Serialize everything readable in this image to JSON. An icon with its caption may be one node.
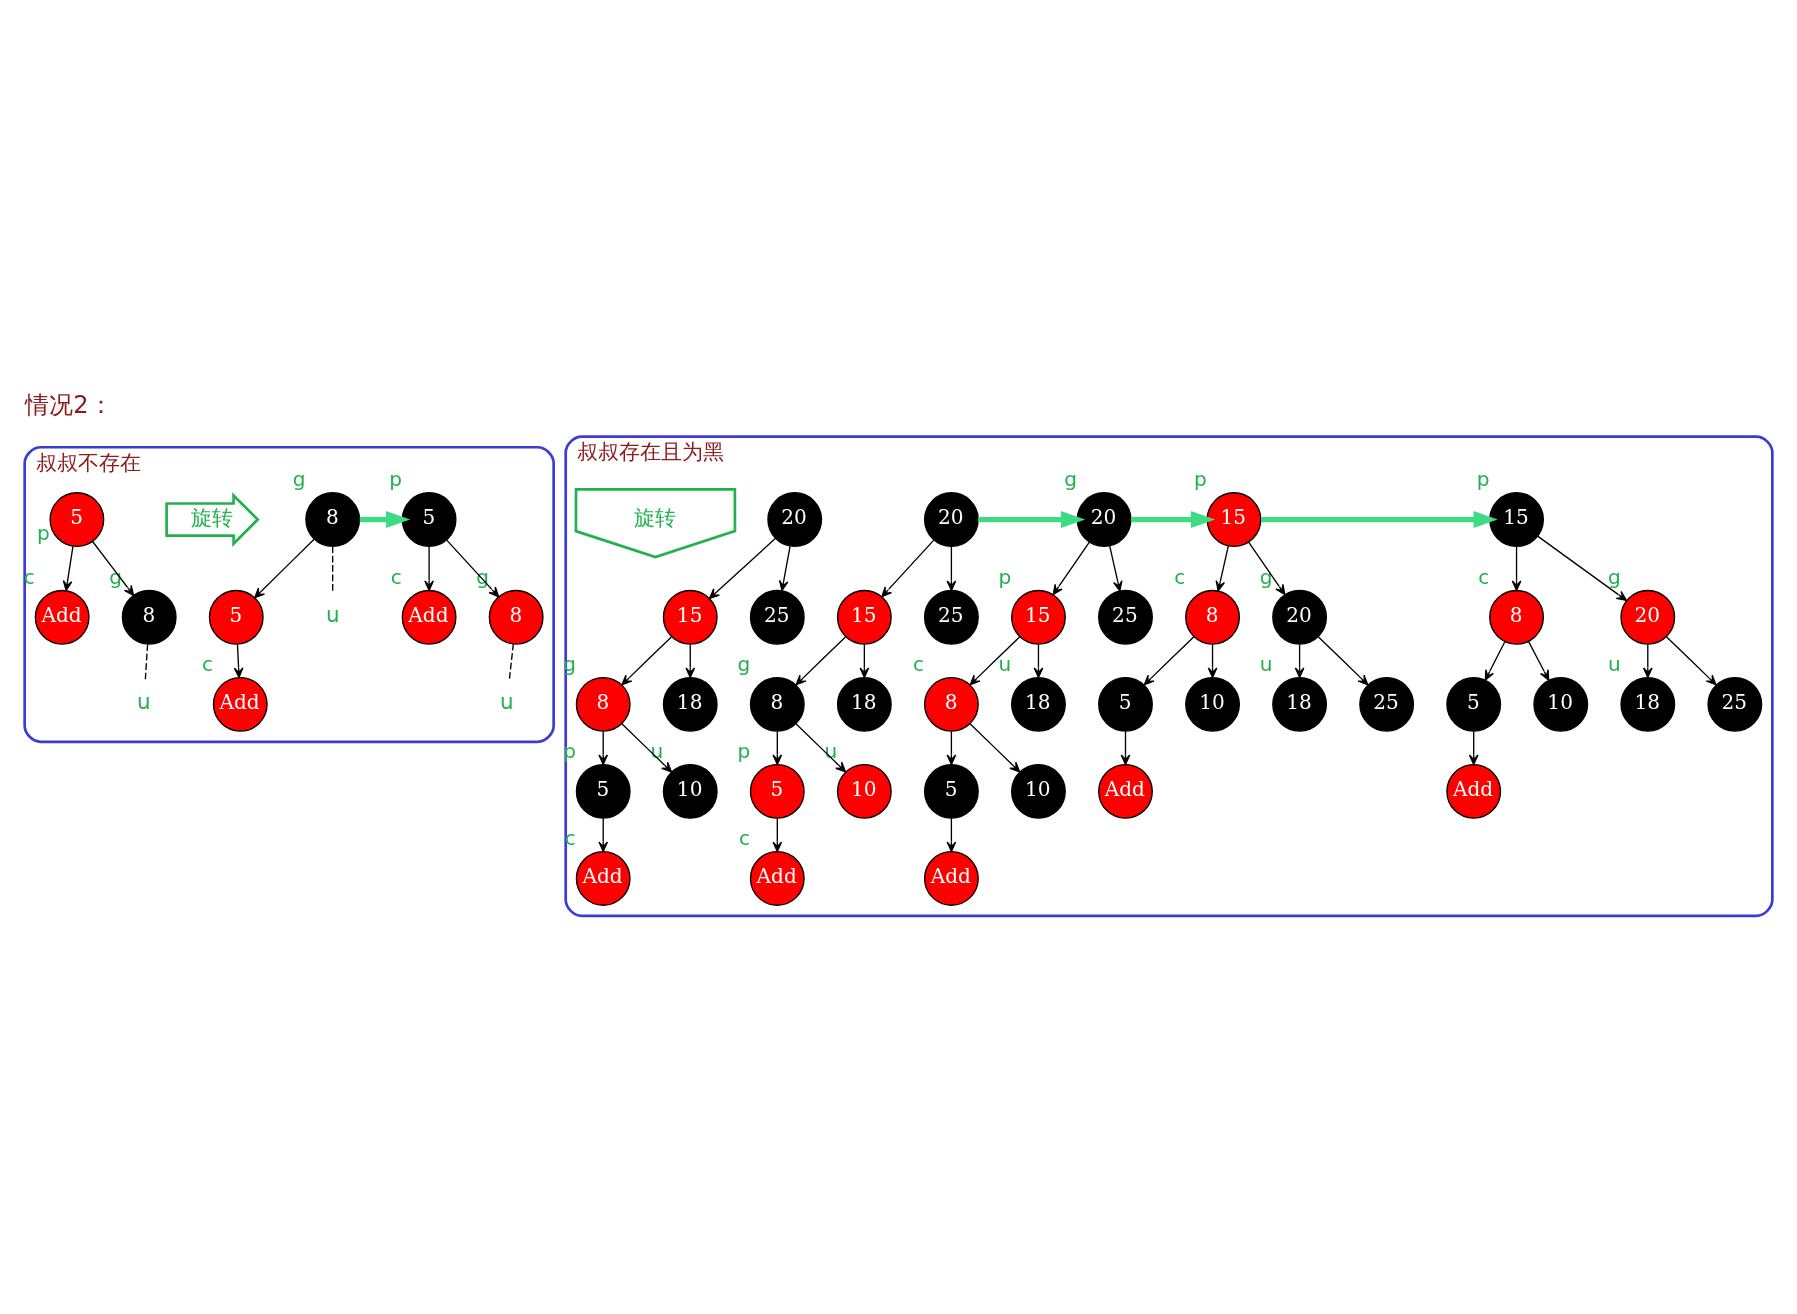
{
  "diagram": {
    "title": "情况2：",
    "nodes": [
      {
        "text": [
          "叔叔不存在"
        ]
      },
      {
        "text": [
          "8"
        ],
        "in": 0,
        "beside": [
          "g"
        ]
      },
      {
        "text": [
          "5"
        ],
        "in": 0
      },
      {
        "text": [
          "Add"
        ],
        "in": 0,
        "beside": [
          "c"
        ]
      },
      {
        "text": [
          "u"
        ],
        "in": 0
      },
      {
        "text": [
          "旋转"
        ],
        "in": 0
      },
      {
        "text": [
          "5"
        ],
        "in": 0,
        "beside": [
          "p"
        ]
      },
      {
        "text": [
          "Add"
        ],
        "in": 0,
        "beside": [
          "c"
        ]
      },
      {
        "text": [
          "8"
        ],
        "in": 0,
        "beside": [
          "g"
        ]
      },
      {
        "text": [
          "u"
        ],
        "in": 0
      },
      {
        "text": [
          "5"
        ],
        "in": 0,
        "beside": [
          "p"
        ]
      },
      {
        "text": [
          "Add"
        ],
        "in": 0,
        "beside": [
          "c"
        ]
      },
      {
        "text": [
          "8"
        ],
        "in": 0,
        "beside": [
          "g"
        ]
      },
      {
        "text": [
          "u"
        ],
        "in": 0
      },
      {
        "text": [
          "叔叔存在且为黑"
        ]
      },
      {
        "text": [
          "20"
        ],
        "in": 14
      },
      {
        "text": [
          "15"
        ],
        "in": 14
      },
      {
        "text": [
          "25"
        ],
        "in": 14
      },
      {
        "text": [
          "8"
        ],
        "in": 14,
        "beside": [
          "g"
        ]
      },
      {
        "text": [
          "18"
        ],
        "in": 14
      },
      {
        "text": [
          "5"
        ],
        "in": 14,
        "beside": [
          "p"
        ]
      },
      {
        "text": [
          "10"
        ],
        "in": 14,
        "beside": [
          "u"
        ]
      },
      {
        "text": [
          "Add"
        ],
        "in": 14,
        "beside": [
          "c"
        ]
      },
      {
        "text": [
          "20"
        ],
        "in": 14
      },
      {
        "text": [
          "15"
        ],
        "in": 14
      },
      {
        "text": [
          "25"
        ],
        "in": 14
      },
      {
        "text": [
          "8"
        ],
        "in": 14,
        "beside": [
          "g"
        ]
      },
      {
        "text": [
          "18"
        ],
        "in": 14
      },
      {
        "text": [
          "5"
        ],
        "in": 14,
        "beside": [
          "p"
        ]
      },
      {
        "text": [
          "10"
        ],
        "in": 14,
        "beside": [
          "u"
        ]
      },
      {
        "text": [
          "Add"
        ],
        "in": 14,
        "beside": [
          "c"
        ]
      },
      {
        "text": [
          "20"
        ],
        "in": 14,
        "beside": [
          "g"
        ]
      },
      {
        "text": [
          "15"
        ],
        "in": 14,
        "beside": [
          "p"
        ]
      },
      {
        "text": [
          "25"
        ],
        "in": 14
      },
      {
        "text": [
          "8"
        ],
        "in": 14,
        "beside": [
          "c"
        ]
      },
      {
        "text": [
          "18"
        ],
        "in": 14,
        "beside": [
          "u"
        ]
      },
      {
        "text": [
          "5"
        ],
        "in": 14
      },
      {
        "text": [
          "10"
        ],
        "in": 14
      },
      {
        "text": [
          "Add"
        ],
        "in": 14
      },
      {
        "text": [
          "旋转"
        ],
        "in": 14
      },
      {
        "text": [
          "15"
        ],
        "in": 14,
        "beside": [
          "p"
        ]
      },
      {
        "text": [
          "8"
        ],
        "in": 14,
        "beside": [
          "c"
        ]
      },
      {
        "text": [
          "20"
        ],
        "in": 14,
        "beside": [
          "g"
        ]
      },
      {
        "text": [
          "5"
        ],
        "in": 14
      },
      {
        "text": [
          "10"
        ],
        "in": 14
      },
      {
        "text": [
          "18"
        ],
        "in": 14,
        "beside": [
          "u"
        ]
      },
      {
        "text": [
          "25"
        ],
        "in": 14
      },
      {
        "text": [
          "Add"
        ],
        "in": 14
      },
      {
        "text": [
          "15"
        ],
        "in": 14,
        "beside": [
          "p"
        ]
      },
      {
        "text": [
          "8"
        ],
        "in": 14,
        "beside": [
          "c"
        ]
      },
      {
        "text": [
          "20"
        ],
        "in": 14,
        "beside": [
          "g"
        ]
      },
      {
        "text": [
          "5"
        ],
        "in": 14
      },
      {
        "text": [
          "10"
        ],
        "in": 14
      },
      {
        "text": [
          "18"
        ],
        "in": 14,
        "beside": [
          "u"
        ]
      },
      {
        "text": [
          "25"
        ],
        "in": 14
      },
      {
        "text": [
          "Add"
        ],
        "in": 14
      }
    ],
    "edges": [
      {
        "from": 1,
        "to": 2,
        "arrow": "to"
      },
      {
        "from": 2,
        "to": 3,
        "arrow": "to"
      },
      {
        "from": 1,
        "to": 4,
        "arrow": "none",
        "style": "dashed"
      },
      {
        "from": 6,
        "to": 7,
        "arrow": "to"
      },
      {
        "from": 6,
        "to": 8,
        "arrow": "to"
      },
      {
        "from": 8,
        "to": 9,
        "arrow": "none",
        "style": "dashed"
      },
      {
        "from": 10,
        "to": 11,
        "arrow": "to"
      },
      {
        "from": 10,
        "to": 12,
        "arrow": "to"
      },
      {
        "from": 12,
        "to": 13,
        "arrow": "none",
        "style": "dashed"
      },
      {
        "from": 1,
        "to": 10,
        "arrow": "to",
        "style": "thick",
        "color": "#3ddc84"
      },
      {
        "from": 15,
        "to": 16,
        "arrow": "to"
      },
      {
        "from": 15,
        "to": 17,
        "arrow": "to"
      },
      {
        "from": 16,
        "to": 18,
        "arrow": "to"
      },
      {
        "from": 16,
        "to": 19,
        "arrow": "to"
      },
      {
        "from": 18,
        "to": 20,
        "arrow": "to"
      },
      {
        "from": 18,
        "to": 21,
        "arrow": "to"
      },
      {
        "from": 20,
        "to": 22,
        "arrow": "to"
      },
      {
        "from": 23,
        "to": 24,
        "arrow": "to"
      },
      {
        "from": 23,
        "to": 25,
        "arrow": "to"
      },
      {
        "from": 24,
        "to": 26,
        "arrow": "to"
      },
      {
        "from": 24,
        "to": 27,
        "arrow": "to"
      },
      {
        "from": 26,
        "to": 28,
        "arrow": "to"
      },
      {
        "from": 26,
        "to": 29,
        "arrow": "to"
      },
      {
        "from": 28,
        "to": 30,
        "arrow": "to"
      },
      {
        "from": 31,
        "to": 32,
        "arrow": "to"
      },
      {
        "from": 31,
        "to": 33,
        "arrow": "to"
      },
      {
        "from": 32,
        "to": 34,
        "arrow": "to"
      },
      {
        "from": 32,
        "to": 35,
        "arrow": "to"
      },
      {
        "from": 34,
        "to": 36,
        "arrow": "to"
      },
      {
        "from": 34,
        "to": 37,
        "arrow": "to"
      },
      {
        "from": 36,
        "to": 38,
        "arrow": "to"
      },
      {
        "from": 15,
        "to": 31,
        "arrow": "to",
        "style": "thick",
        "color": "#3ddc84"
      },
      {
        "from": 31,
        "to": 40,
        "arrow": "to",
        "style": "thick",
        "color": "#3ddc84"
      },
      {
        "from": 40,
        "to": 41,
        "arrow": "to"
      },
      {
        "from": 40,
        "to": 42,
        "arrow": "to"
      },
      {
        "from": 41,
        "to": 43,
        "arrow": "to"
      },
      {
        "from": 41,
        "to": 44,
        "arrow": "to"
      },
      {
        "from": 42,
        "to": 45,
        "arrow": "to"
      },
      {
        "from": 42,
        "to": 46,
        "arrow": "to"
      },
      {
        "from": 43,
        "to": 47,
        "arrow": "to"
      },
      {
        "from": 40,
        "to": 48,
        "arrow": "to",
        "style": "thick",
        "color": "#3ddc84"
      },
      {
        "from": 48,
        "to": 49,
        "arrow": "to"
      },
      {
        "from": 48,
        "to": 50,
        "arrow": "to"
      },
      {
        "from": 49,
        "to": 51,
        "arrow": "to"
      },
      {
        "from": 49,
        "to": 52,
        "arrow": "to"
      },
      {
        "from": 50,
        "to": 53,
        "arrow": "to"
      },
      {
        "from": 50,
        "to": 54,
        "arrow": "to"
      },
      {
        "from": 51,
        "to": 55,
        "arrow": "to"
      }
    ]
  }
}
